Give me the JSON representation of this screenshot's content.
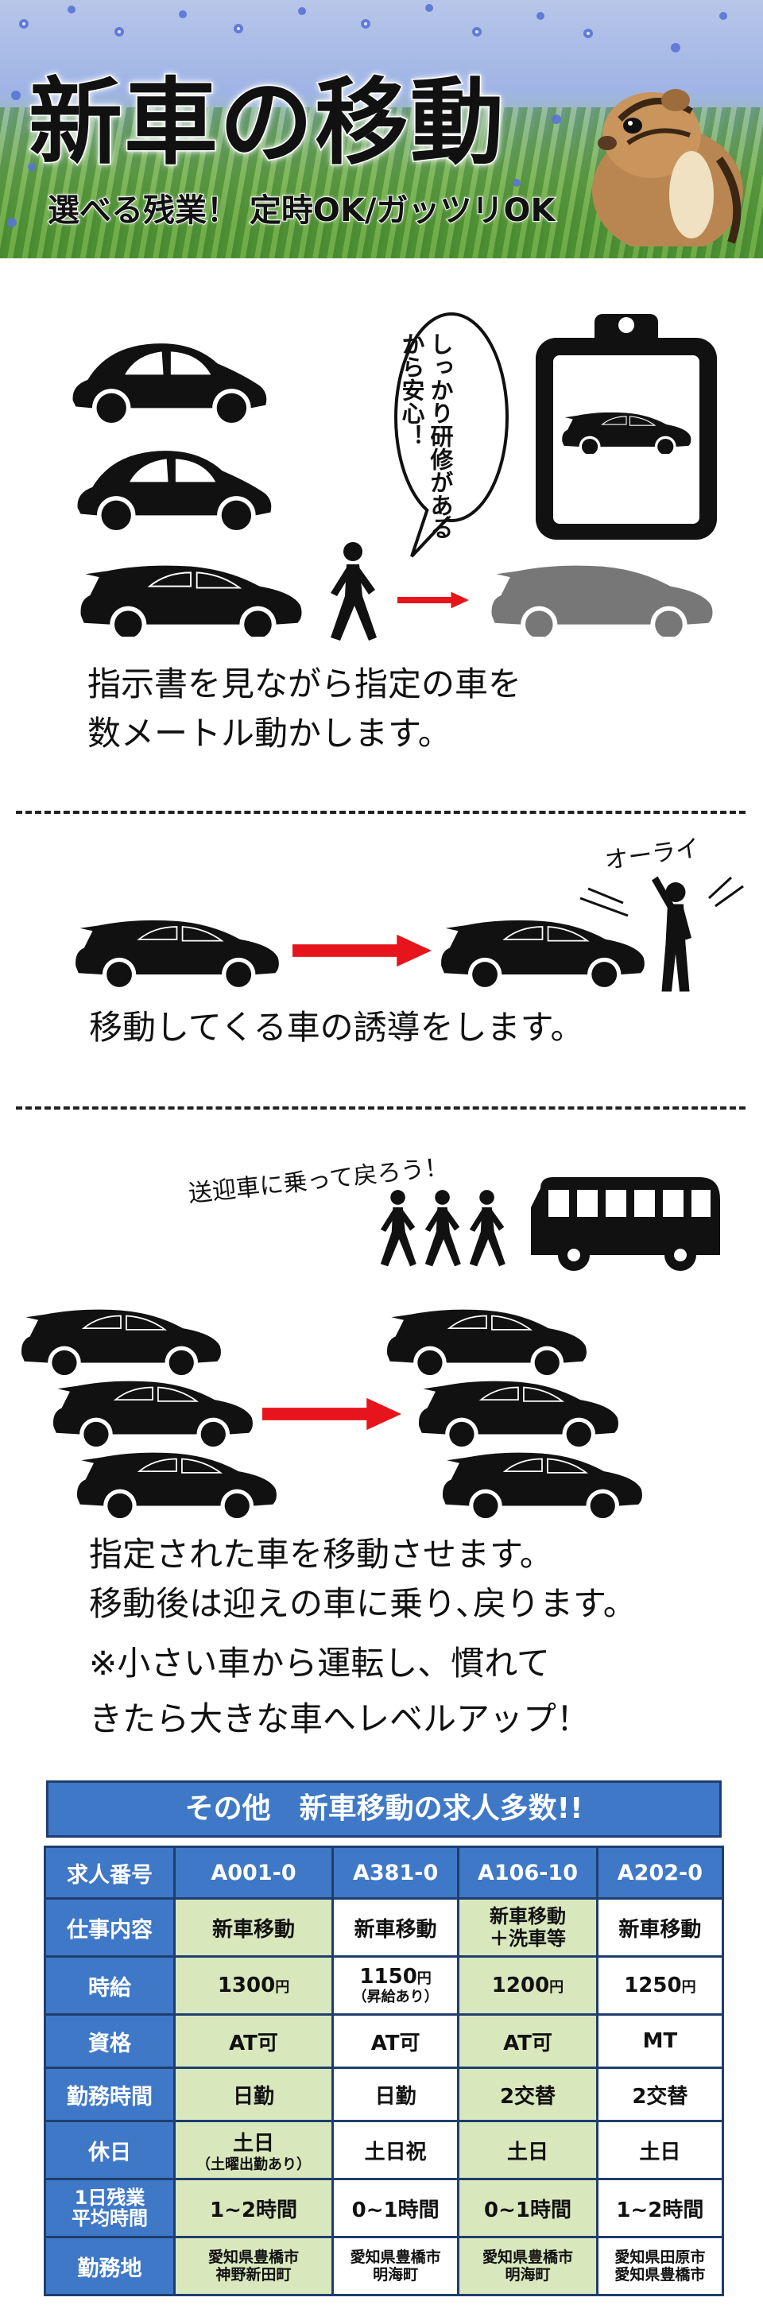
{
  "header": {
    "title": "新車の移動",
    "subtitle": "選べる残業！ 定時OK/ガッツリOK"
  },
  "section1": {
    "bubble": "しっかり研修があるから安心！",
    "caption_line1": "指示書を見ながら指定の車を",
    "caption_line2": "数メートル動かします。"
  },
  "section2": {
    "shout": "オーライ",
    "caption": "移動してくる車の誘導をします。"
  },
  "section3": {
    "note": "送迎車に乗って戻ろう！",
    "caption_line1": "指定された車を移動させます。",
    "caption_line2": "移動後は迎えの車に乗り､戻ります。",
    "caption_line3": "※小さい車から運転し、慣れて",
    "caption_line4": "きたら大きな車へレベルアップ！"
  },
  "table": {
    "title": "その他　新車移動の求人多数!!",
    "row_labels": {
      "id": "求人番号",
      "job": "仕事内容",
      "pay": "時給",
      "license": "資格",
      "hours": "勤務時間",
      "holiday": "休日",
      "overtime_line1": "1日残業",
      "overtime_line2": "平均時間",
      "location": "勤務地"
    },
    "jobs": [
      {
        "id": "A001-0",
        "job": "新車移動",
        "pay": "1300",
        "pay_unit": "円",
        "license": "AT可",
        "hours": "日勤",
        "holiday": "土日",
        "holiday_note": "（土曜出勤あり）",
        "overtime": "1~2時間",
        "location_line1": "愛知県豊橋市",
        "location_line2": "神野新田町"
      },
      {
        "id": "A381-0",
        "job": "新車移動",
        "pay": "1150",
        "pay_unit": "円",
        "pay_note": "（昇給あり）",
        "license": "AT可",
        "hours": "日勤",
        "holiday": "土日祝",
        "overtime": "0~1時間",
        "location_line1": "愛知県豊橋市",
        "location_line2": "明海町"
      },
      {
        "id": "A106-10",
        "job_line1": "新車移動",
        "job_line2": "＋洗車等",
        "pay": "1200",
        "pay_unit": "円",
        "license": "AT可",
        "hours": "2交替",
        "holiday": "土日",
        "overtime": "0~1時間",
        "location_line1": "愛知県豊橋市",
        "location_line2": "明海町"
      },
      {
        "id": "A202-0",
        "job": "新車移動",
        "pay": "1250",
        "pay_unit": "円",
        "license": "MT",
        "hours": "2交替",
        "holiday": "土日",
        "overtime": "1~2時間",
        "location_line1": "愛知県田原市",
        "location_line2": "愛知県豊橋市"
      }
    ]
  }
}
